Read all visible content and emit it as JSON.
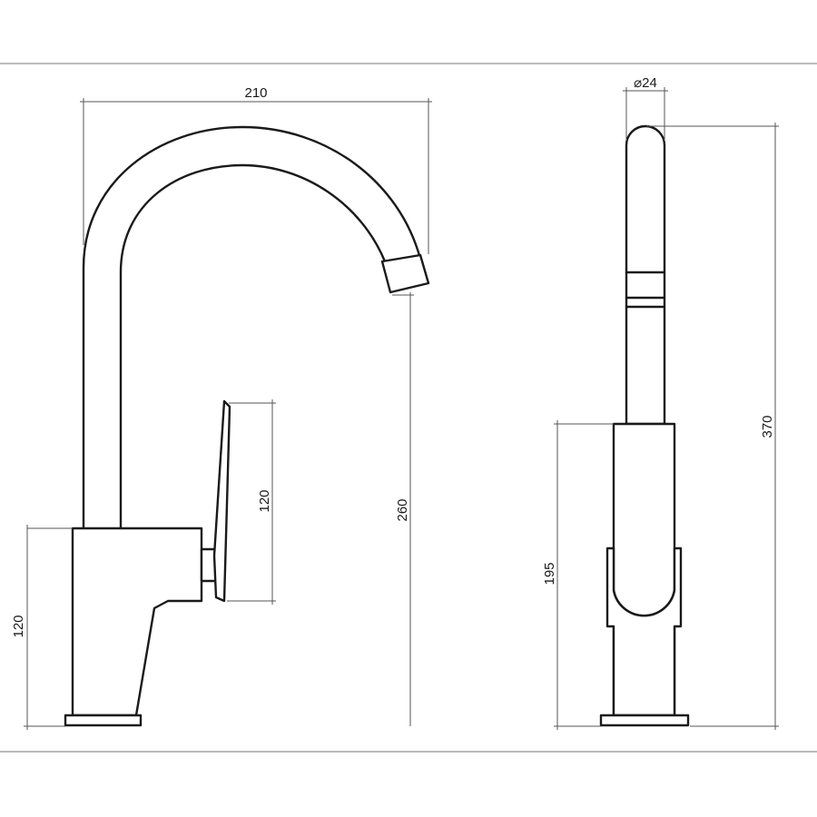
{
  "diagram": {
    "front_view": {
      "dimensions": {
        "width": "210",
        "spout_height": "260",
        "handle_height": "120",
        "body_height": "120"
      }
    },
    "side_view": {
      "dimensions": {
        "diameter": "⌀24",
        "total_height": "370",
        "body_height": "195"
      }
    }
  }
}
